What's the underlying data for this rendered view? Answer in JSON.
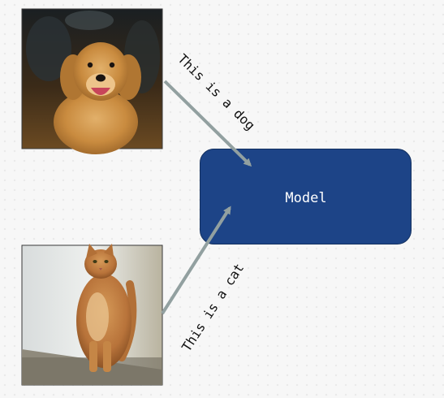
{
  "diagram": {
    "model_label": "Model",
    "dog_edge_label": "This is a dog",
    "cat_edge_label": "This is a cat"
  },
  "images": {
    "dog": {
      "description_name": "golden retriever photo"
    },
    "cat": {
      "description_name": "orange tabby cat photo"
    }
  },
  "colors": {
    "model_fill": "#1d4487",
    "model_stroke": "#13305f",
    "arrow": "#92a0a0",
    "text": "#111111"
  }
}
